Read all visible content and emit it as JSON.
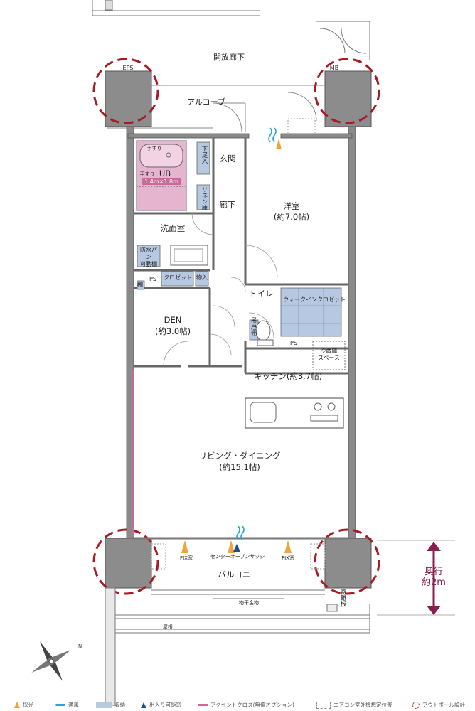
{
  "rooms": {
    "open_corridor": "開放廊下",
    "alcove": "アルコーブ",
    "eps": "EPS",
    "mb": "MB",
    "genkan": "玄関",
    "shitabako": "下足入",
    "rouka": "廊下",
    "ub_label": "UB",
    "ub_size": "1.4m×1.8m",
    "tesuri1": "手すり",
    "tesuri2": "手すり",
    "linen": "リネン庫",
    "senmen": "洗面室",
    "bousui": "防水パン",
    "kadoudana": "可動棚",
    "tana": "棚",
    "ps1": "PS",
    "closet": "クロゼット",
    "mono": "物入",
    "youshitsu": "洋室",
    "youshitsu_size": "(約7.0帖)",
    "toilet": "トイレ",
    "tsuridana": "吊戸棚",
    "walkin": "ウォークインクロゼット",
    "ps2": "PS",
    "reizou1": "冷蔵庫",
    "reizou2": "スペース",
    "den": "DEN",
    "den_size": "(約3.0帖)",
    "kitchen": "キッチン(約3.7帖)",
    "living": "リビング・ダイニング",
    "living_size": "(約15.1帖)",
    "fix1": "FIX窓",
    "fix2": "FIX窓",
    "center_sash": "センターオープンサッシ",
    "balcony": "バルコニー",
    "monohoshi": "物干金物",
    "hiita": "避難板",
    "yane": "屋根"
  },
  "depth_note": {
    "line1": "奥行",
    "line2": "約2m"
  },
  "compass": {
    "label": "N"
  },
  "legend": [
    {
      "label": "採光",
      "icon": "light-icon",
      "color": "#f2a33a"
    },
    {
      "label": "通風",
      "icon": "wind-icon",
      "color": "#2aa5d6"
    },
    {
      "label": "収納",
      "icon": "storage-swatch",
      "color": "#b7c9e2"
    },
    {
      "label": "出入り可能窓",
      "icon": "triangle-icon",
      "color": "#1f4e8c"
    },
    {
      "label": "アクセントクロス(無償オプション)",
      "icon": "accent-swatch",
      "color": "#c96a9a"
    },
    {
      "label": "エアコン室外機想定位置",
      "icon": "ac-swatch",
      "color": "#888888"
    },
    {
      "label": "アウトポール設計",
      "icon": "outpole-icon",
      "color": "#a61c24"
    }
  ],
  "colors": {
    "wall": "#6f6f6f",
    "storage": "#b7c9e2",
    "bath": "#e5b5cf",
    "accent": "#c96a9a",
    "outpole": "#a61c24",
    "light": "#f2a33a",
    "wind": "#2aa5d6"
  }
}
